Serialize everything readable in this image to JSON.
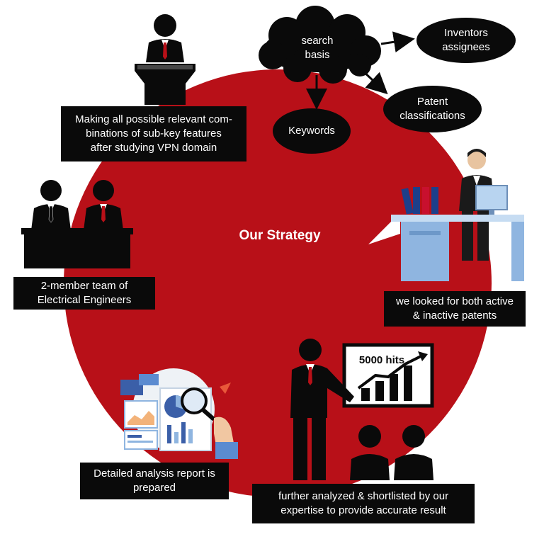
{
  "colors": {
    "circle": "#b81018",
    "black": "#0a0a0a",
    "desk_blue": "#8fb5e0",
    "white": "#ffffff"
  },
  "center": {
    "title": "Our Strategy"
  },
  "cloud": {
    "line1": "search",
    "line2": "basis"
  },
  "ovals": {
    "inventors": {
      "line1": "Inventors",
      "line2": "assignees"
    },
    "patent": {
      "line1": "Patent",
      "line2": "classifications"
    },
    "keywords": {
      "line1": "Keywords"
    }
  },
  "labels": {
    "combinations": {
      "line1": "Making all possible relevant com-",
      "line2": "binations of sub-key features",
      "line3": "after studying VPN domain"
    },
    "team": {
      "line1": "2-member team of",
      "line2": "Electrical  Engineers"
    },
    "patents": {
      "line1": "we looked for both active",
      "line2": "& inactive patents"
    },
    "report": {
      "line1": "Detailed analysis report is",
      "line2": "prepared"
    },
    "shortlist": {
      "line1": "further analyzed & shortlisted by our",
      "line2": "expertise to provide accurate result"
    }
  },
  "board": {
    "hits": "5000 hits"
  },
  "icons": [
    "speaker-at-podium-icon",
    "two-member-team-icon",
    "person-at-desk-icon",
    "presenter-with-chart-icon",
    "analysis-report-icon",
    "search-basis-cloud-icon"
  ]
}
